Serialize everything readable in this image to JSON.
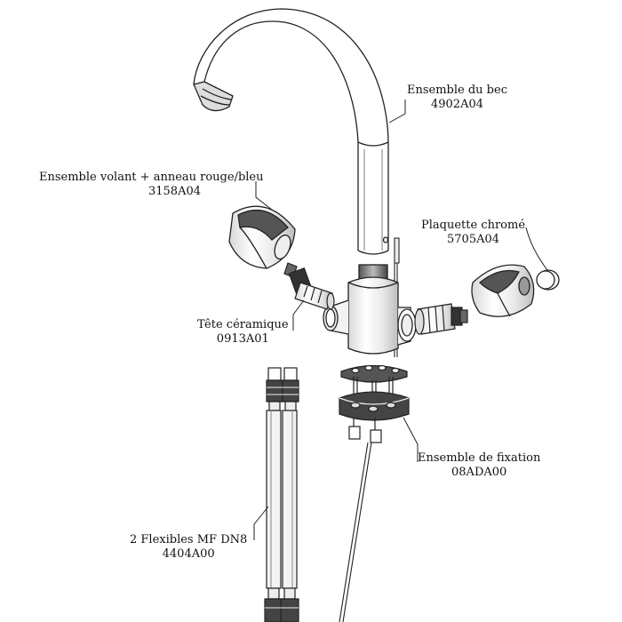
{
  "diagram": {
    "line_color": "#222222",
    "parts": [
      {
        "key": "spout",
        "name": "Ensemble du bec",
        "ref": "4902A04"
      },
      {
        "key": "handle",
        "name": "Ensemble volant + anneau rouge/bleu",
        "ref": "3158A04"
      },
      {
        "key": "cap",
        "name": "Plaquette chromé",
        "ref": "5705A04"
      },
      {
        "key": "cartridge",
        "name": "Tête céramique",
        "ref": "0913A01"
      },
      {
        "key": "fixing",
        "name": "Ensemble de fixation",
        "ref": "08ADA00"
      },
      {
        "key": "hoses",
        "name": "2 Flexibles MF DN8",
        "ref": "4404A00"
      }
    ]
  }
}
